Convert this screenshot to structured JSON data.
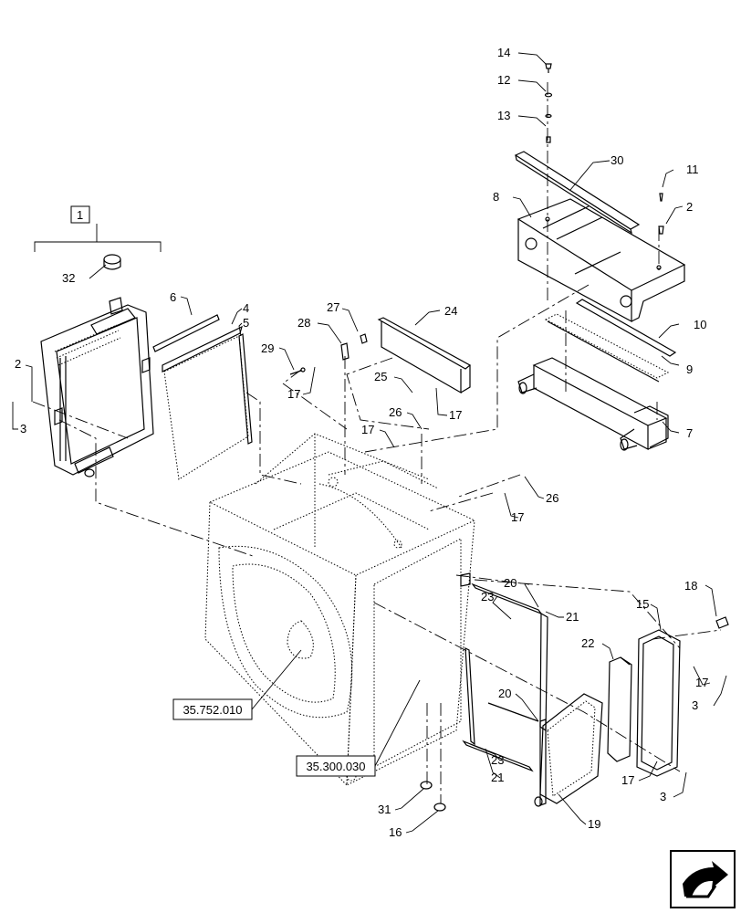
{
  "callouts": [
    {
      "id": "c14",
      "text": "14"
    },
    {
      "id": "c12",
      "text": "12"
    },
    {
      "id": "c13",
      "text": "13"
    },
    {
      "id": "c30",
      "text": "30"
    },
    {
      "id": "c11",
      "text": "11"
    },
    {
      "id": "c8",
      "text": "8"
    },
    {
      "id": "c2a",
      "text": "2"
    },
    {
      "id": "c10",
      "text": "10"
    },
    {
      "id": "c9",
      "text": "9"
    },
    {
      "id": "c7",
      "text": "7"
    },
    {
      "id": "c1",
      "text": "1"
    },
    {
      "id": "c32",
      "text": "32"
    },
    {
      "id": "c6",
      "text": "6"
    },
    {
      "id": "c4",
      "text": "4"
    },
    {
      "id": "c5",
      "text": "5"
    },
    {
      "id": "c2b",
      "text": "2"
    },
    {
      "id": "c3a",
      "text": "3"
    },
    {
      "id": "c27",
      "text": "27"
    },
    {
      "id": "c28",
      "text": "28"
    },
    {
      "id": "c24",
      "text": "24"
    },
    {
      "id": "c29",
      "text": "29"
    },
    {
      "id": "c17a",
      "text": "17"
    },
    {
      "id": "c25",
      "text": "25"
    },
    {
      "id": "c17b",
      "text": "17"
    },
    {
      "id": "c26a",
      "text": "26"
    },
    {
      "id": "c17c",
      "text": "17"
    },
    {
      "id": "c17d",
      "text": "17"
    },
    {
      "id": "c26b",
      "text": "26"
    },
    {
      "id": "c18",
      "text": "18"
    },
    {
      "id": "c15",
      "text": "15"
    },
    {
      "id": "c20a",
      "text": "20"
    },
    {
      "id": "c23a",
      "text": "23"
    },
    {
      "id": "c21a",
      "text": "21"
    },
    {
      "id": "c22",
      "text": "22"
    },
    {
      "id": "c17e",
      "text": "17"
    },
    {
      "id": "c3b",
      "text": "3"
    },
    {
      "id": "c20b",
      "text": "20"
    },
    {
      "id": "c23b",
      "text": "23"
    },
    {
      "id": "c21b",
      "text": "21"
    },
    {
      "id": "c17f",
      "text": "17"
    },
    {
      "id": "c3c",
      "text": "3"
    },
    {
      "id": "c19",
      "text": "19"
    },
    {
      "id": "c31",
      "text": "31"
    },
    {
      "id": "c16",
      "text": "16"
    }
  ],
  "references": [
    {
      "id": "ref_flywheel",
      "text": "35.752.010"
    },
    {
      "id": "ref_housing",
      "text": "35.300.030"
    }
  ],
  "icons": {
    "nav": "next-page-arrow-icon"
  }
}
